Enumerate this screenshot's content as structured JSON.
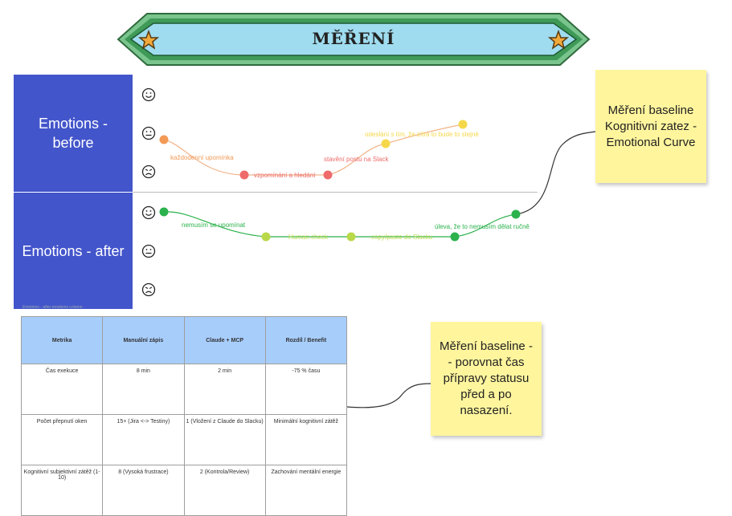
{
  "banner": {
    "title": "MĚŘENÍ"
  },
  "emotions": {
    "before_label": "Emotions - before",
    "after_label": "Emotions - after",
    "before_nodes": [
      {
        "label": "každodenní upomínka",
        "color": "#f29a56"
      },
      {
        "label": "vzpomínání a hledání",
        "color": "#ef6a6a"
      },
      {
        "label": "stavění postu na Slack",
        "color": "#ef6a6a"
      },
      {
        "label": "odeslání s tím, že zítra to bude to stejné",
        "color": "#f5d84a"
      },
      {
        "label": "",
        "color": "#f5d84a"
      }
    ],
    "after_nodes": [
      {
        "label": "nemusím se upomínat",
        "color": "#2bb24c"
      },
      {
        "label": "Human check",
        "color": "#b9d84a"
      },
      {
        "label": "copy/paste do Slacku",
        "color": "#b9d84a"
      },
      {
        "label": "úleva, že to nemusím dělat ručně",
        "color": "#2bb24c"
      },
      {
        "label": "",
        "color": "#2bb24c"
      }
    ],
    "tiny_caption": "Emotions - after emotions column"
  },
  "stickies": {
    "first": "Měření baseline Kognitivni zatez - Emotional Curve",
    "second": "Měření baseline -- porovnat čas přípravy statusu před a po nasazení."
  },
  "table": {
    "headers": [
      "Metrika",
      "Manuální zápis",
      "Claude + MCP",
      "Rozdíl / Benefit"
    ],
    "rows": [
      [
        "Čas exekuce",
        "8 min",
        "2 min",
        "-75 % času"
      ],
      [
        "Počet přepnutí oken",
        "15+ (Jira <-> Testiny)",
        "1 (Vložení z Claude do Slacku)",
        "Minimální kognitivní zátěž"
      ],
      [
        "Kognitivní subjektivní zátěž (1-10)",
        "8 (Vysoká frustrace)",
        "2 (Kontrola/Review)",
        "Zachování mentální energie"
      ]
    ]
  },
  "colors": {
    "banner_fill": "#9fdcef",
    "banner_border": "#3f9a57",
    "emotion_box": "#4355cb",
    "sticky": "#fff59d",
    "table_header": "#a7cdfb"
  }
}
